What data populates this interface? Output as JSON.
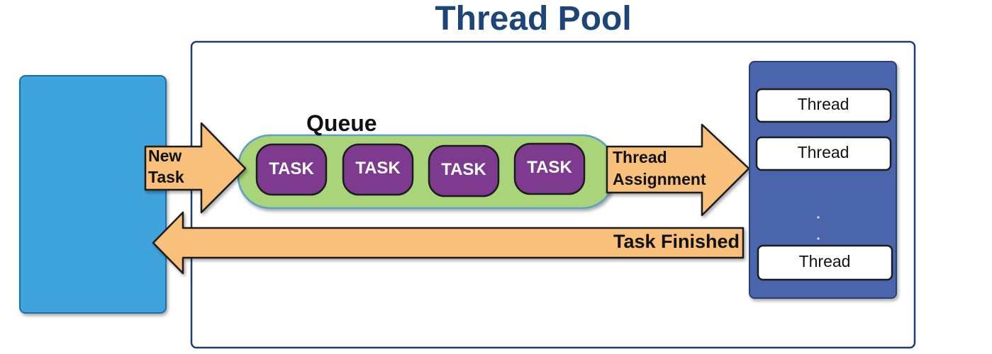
{
  "diagram": {
    "title": "Thread Pool",
    "queue_label": "Queue",
    "tasks": [
      "TASK",
      "TASK",
      "TASK",
      "TASK"
    ],
    "new_task_label": [
      "New",
      "Task"
    ],
    "thread_assignment_label": [
      "Thread",
      "Assignment"
    ],
    "task_finished_label": "Task Finished",
    "threads": [
      "Thread",
      "Thread",
      "Thread"
    ],
    "colors": {
      "title": "#1d4577",
      "pool_border": "#1f3c78",
      "client_box": "#3fa4dc",
      "queue_fill": "#a9d47a",
      "queue_border": "#5f9fc7",
      "task_fill": "#7d3a8e",
      "arrow_fill": "#f8c07a",
      "thread_panel": "#4b65ad",
      "thread_box": "#ffffff"
    }
  }
}
